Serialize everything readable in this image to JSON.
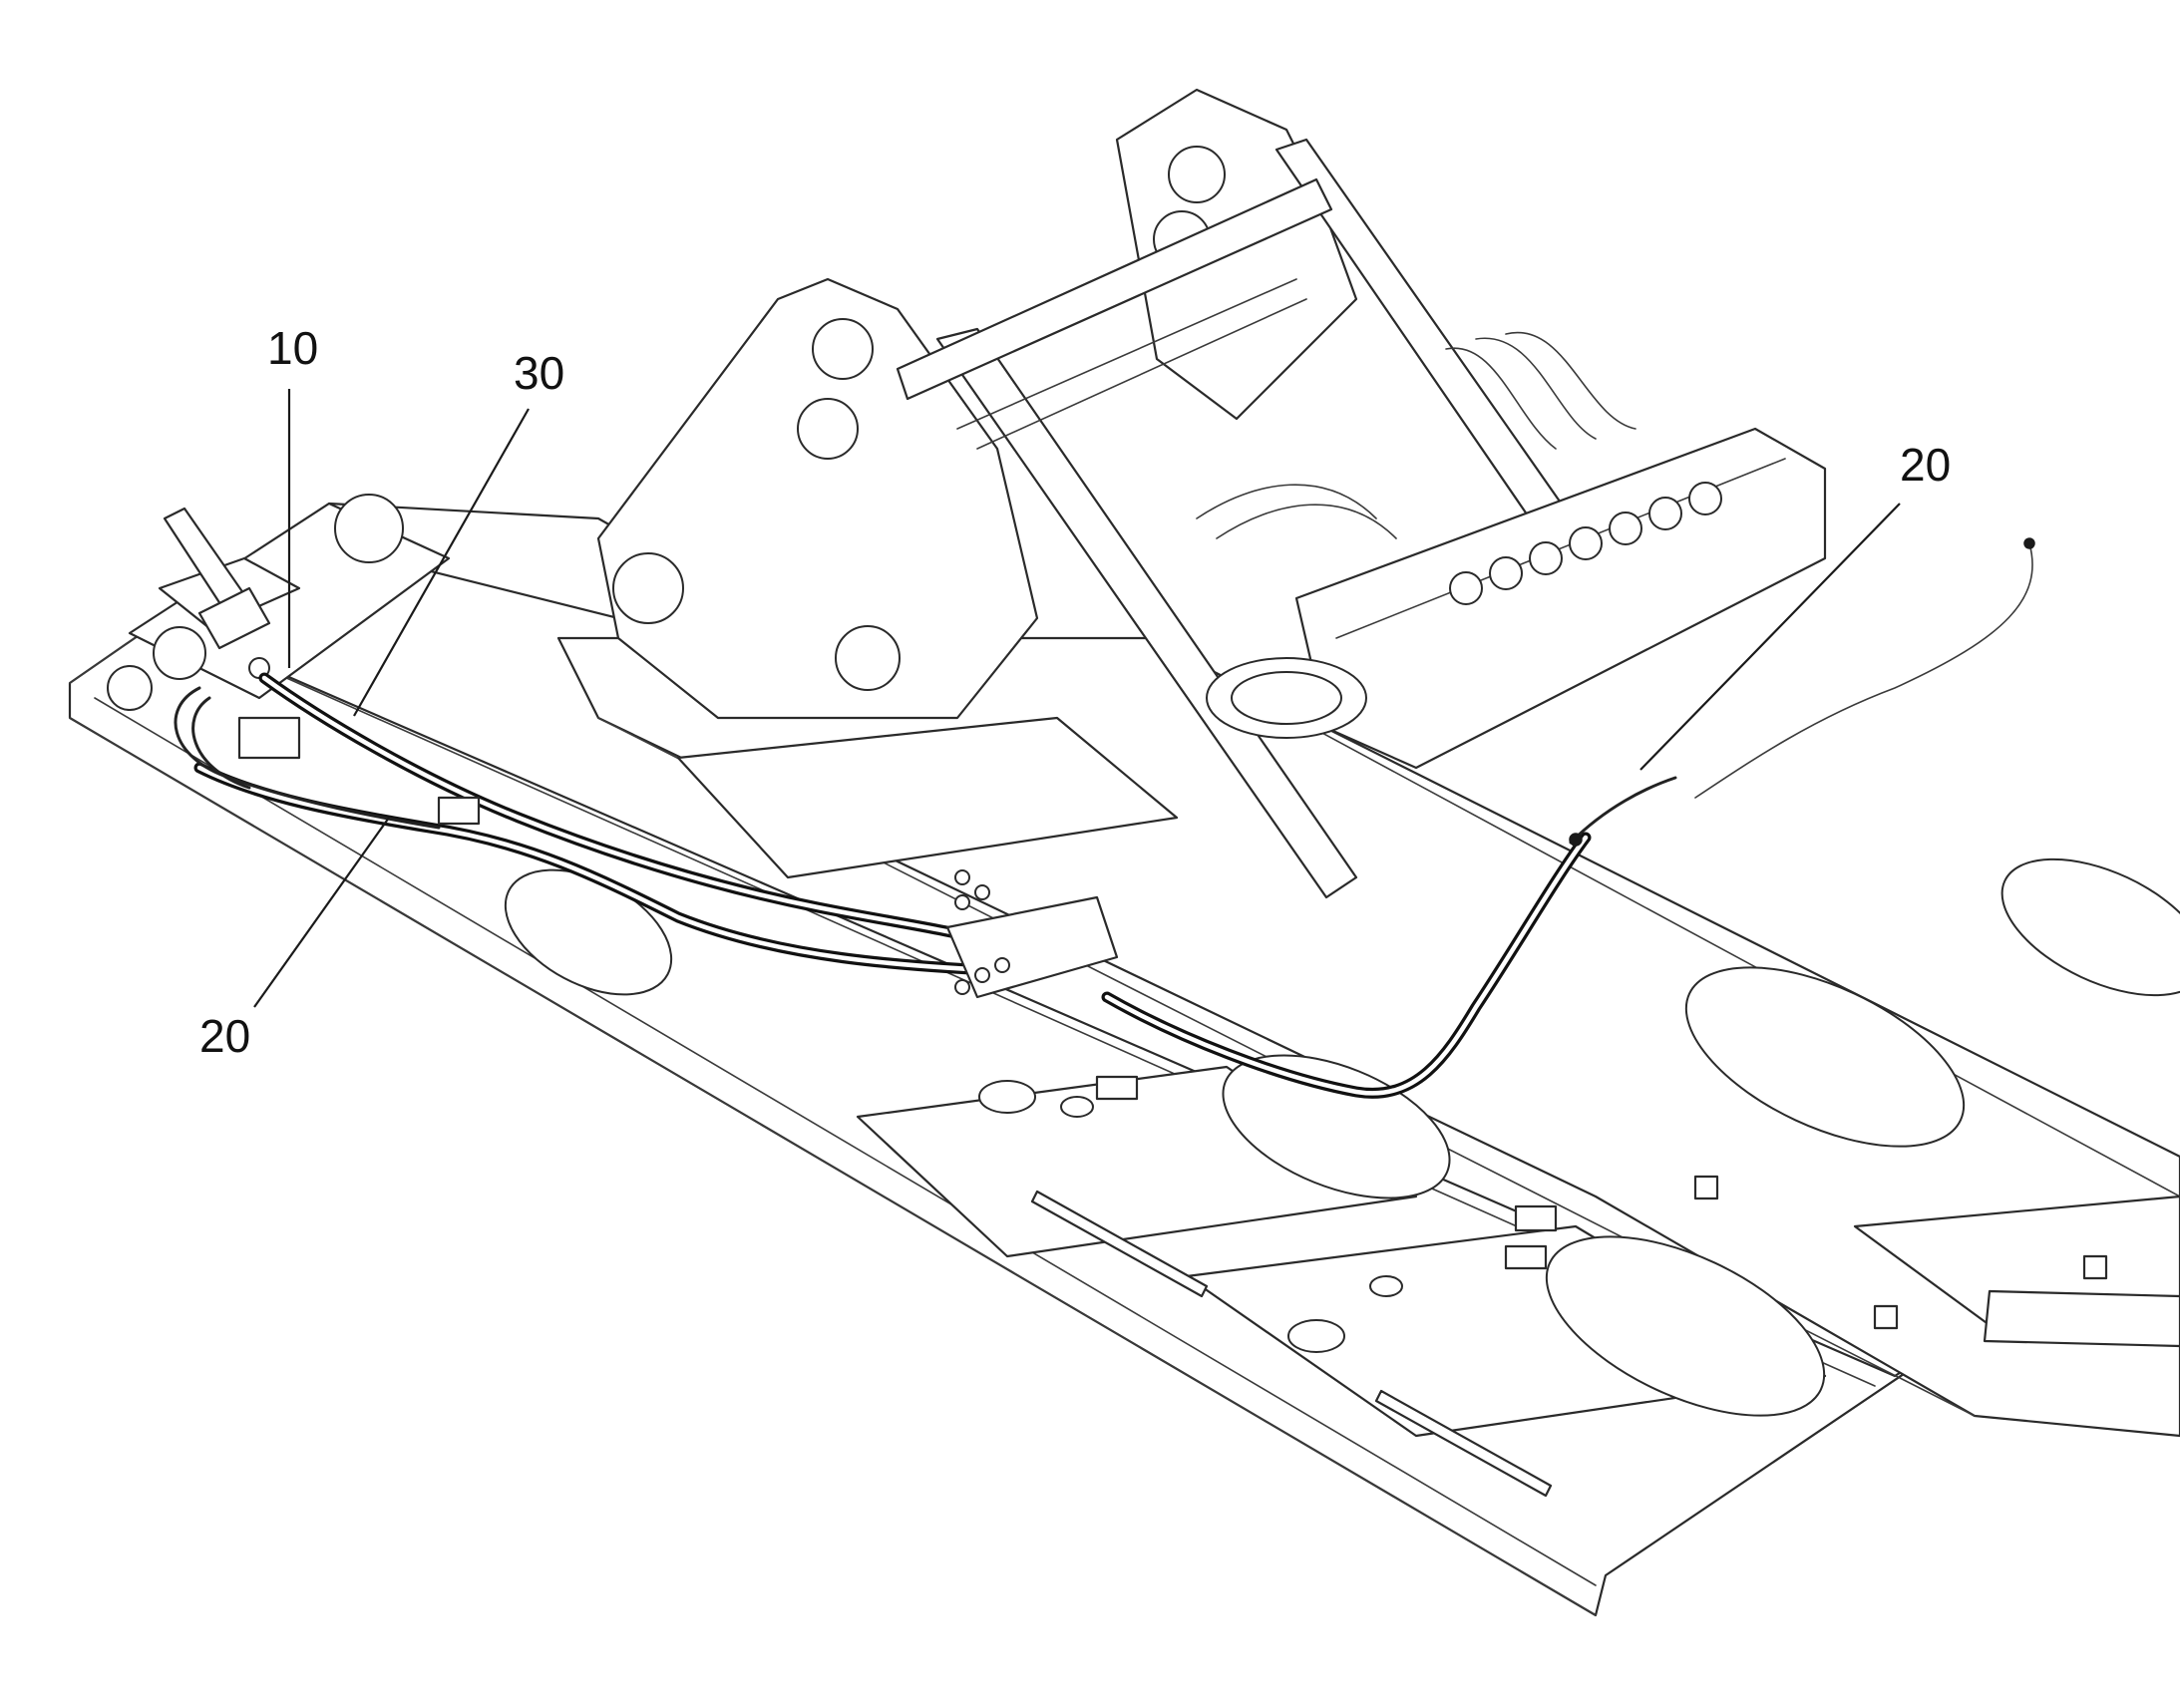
{
  "callouts": [
    {
      "id": "c10",
      "label": "10"
    },
    {
      "id": "c30",
      "label": "30"
    },
    {
      "id": "c20a",
      "label": "20"
    },
    {
      "id": "c20b",
      "label": "20"
    }
  ],
  "line_color": "#2a2a2a",
  "hose_color": "#111111",
  "background": "#ffffff"
}
